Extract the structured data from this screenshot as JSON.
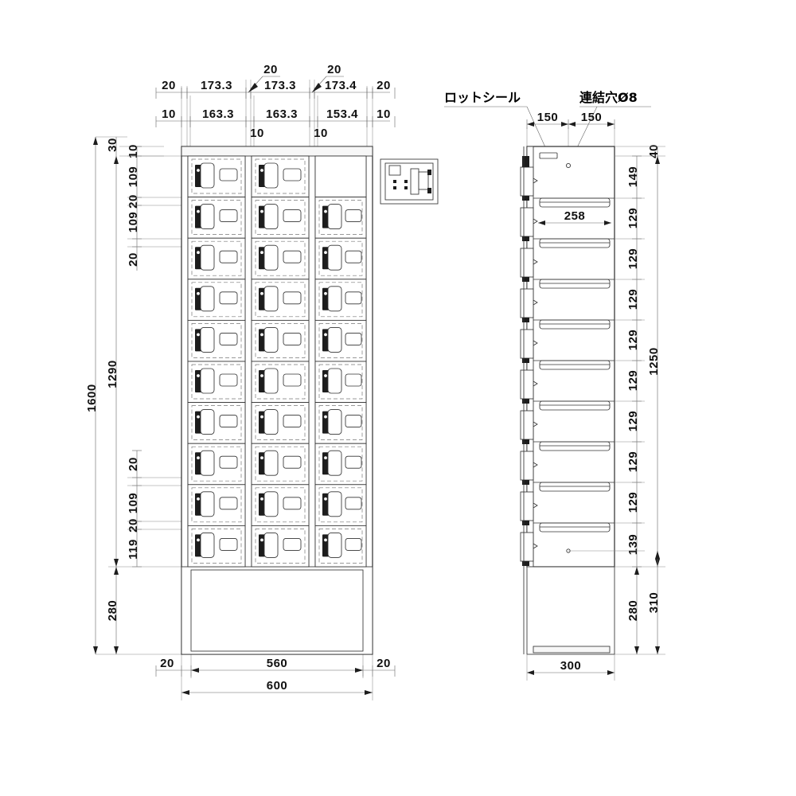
{
  "drawing": {
    "title": "locker-cabinet-technical-drawing",
    "units": "mm"
  },
  "annotations": {
    "lot_seal": "ロットシール",
    "link_hole": "連結穴Ø8"
  },
  "front_view": {
    "top_dims_row1": [
      "20",
      "173.3",
      "173.3",
      "173.4",
      "20"
    ],
    "top_callouts_row1": [
      "20",
      "20"
    ],
    "top_dims_row2": [
      "10",
      "163.3",
      "163.3",
      "153.4",
      "10"
    ],
    "top_callouts_row2": [
      "10",
      "10"
    ],
    "left_outer_dims": [
      "1600",
      "1290"
    ],
    "left_top_chain": [
      "30",
      "10",
      "109",
      "20",
      "109",
      "109",
      "20"
    ],
    "left_bottom_chain": [
      "20",
      "109",
      "20",
      "119"
    ],
    "left_base_dim": "280",
    "bottom_dims": [
      "20",
      "560",
      "20"
    ],
    "bottom_overall": "600",
    "columns": 3,
    "rows": 10,
    "blank_cell": {
      "row": 1,
      "col": 3
    }
  },
  "side_view": {
    "top_dims": [
      "150",
      "150"
    ],
    "shelf_width_dim": "258",
    "right_chain": [
      "40",
      "149",
      "129",
      "129",
      "129",
      "129",
      "129",
      "129",
      "129",
      "129",
      "139"
    ],
    "right_overall": "1250",
    "base_dims": [
      "280",
      "310"
    ],
    "bottom_dim": "300",
    "shelves": 9
  }
}
